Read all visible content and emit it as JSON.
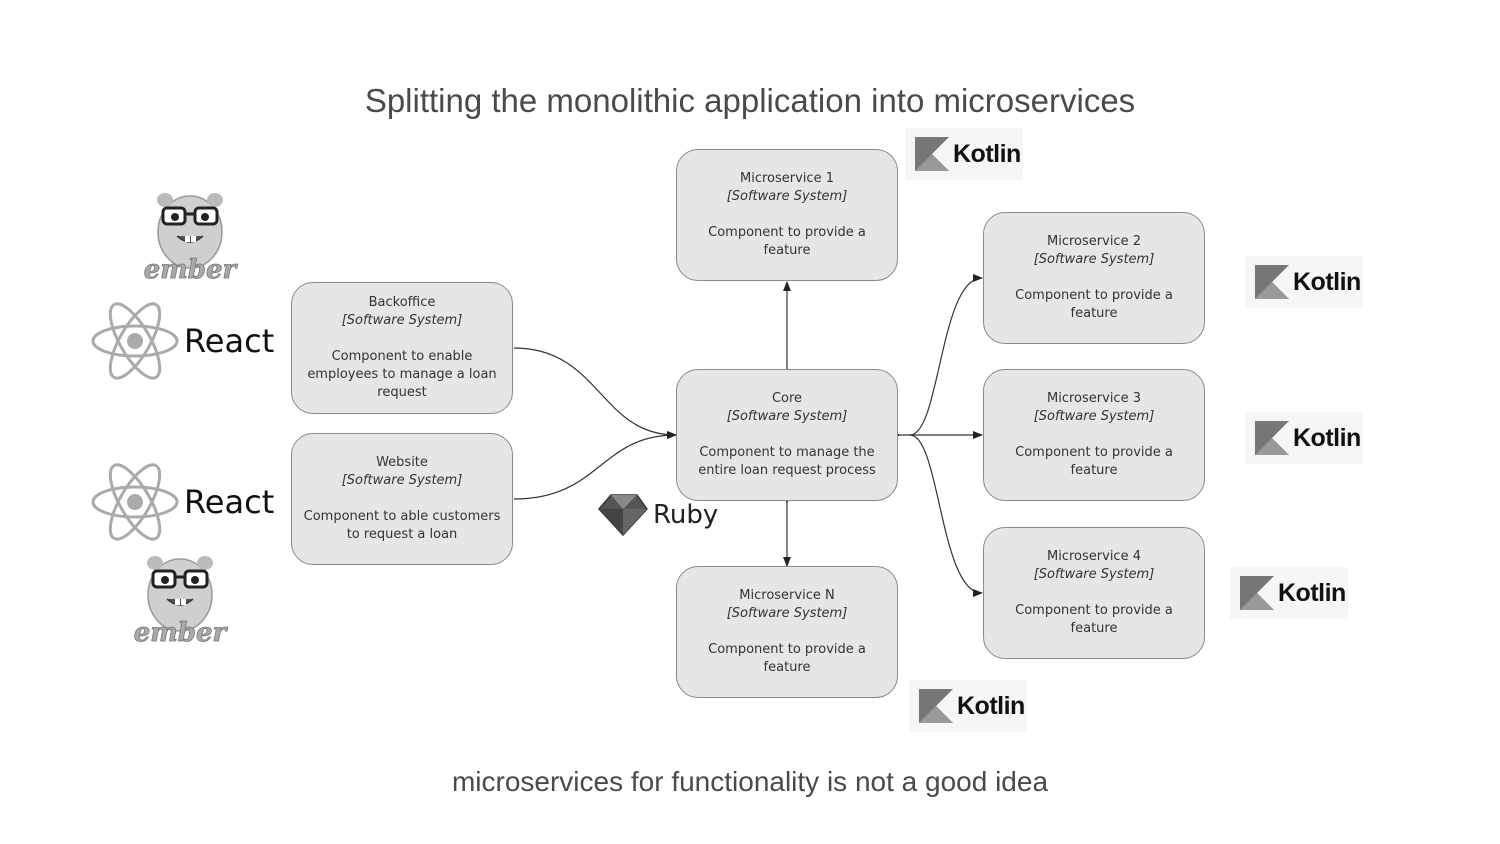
{
  "title": "Splitting the monolithic application into microservices",
  "footer": "microservices for functionality is not a good idea",
  "boxes": {
    "backoffice": {
      "name": "Backoffice",
      "type": "[Software System]",
      "desc": "Component to enable employees to manage a loan request"
    },
    "website": {
      "name": "Website",
      "type": "[Software System]",
      "desc": "Component to able customers to request a loan"
    },
    "core": {
      "name": "Core",
      "type": "[Software System]",
      "desc": "Component to manage the entire loan request process"
    },
    "ms1": {
      "name": "Microservice 1",
      "type": "[Software System]",
      "desc": "Component to provide a feature"
    },
    "ms2": {
      "name": "Microservice 2",
      "type": "[Software System]",
      "desc": "Component to provide a feature"
    },
    "ms3": {
      "name": "Microservice 3",
      "type": "[Software System]",
      "desc": "Component to provide a feature"
    },
    "ms4": {
      "name": "Microservice 4",
      "type": "[Software System]",
      "desc": "Component to provide a feature"
    },
    "msn": {
      "name": "Microservice N",
      "type": "[Software System]",
      "desc": "Component to provide a feature"
    }
  },
  "logos": {
    "kotlin": "Kotlin",
    "react": "React",
    "ruby": "Ruby",
    "ember": "ember"
  },
  "icons": {
    "kotlin": "kotlin-logo-icon",
    "react": "react-atom-icon",
    "ruby": "ruby-gem-icon",
    "ember": "ember-mascot-icon"
  }
}
